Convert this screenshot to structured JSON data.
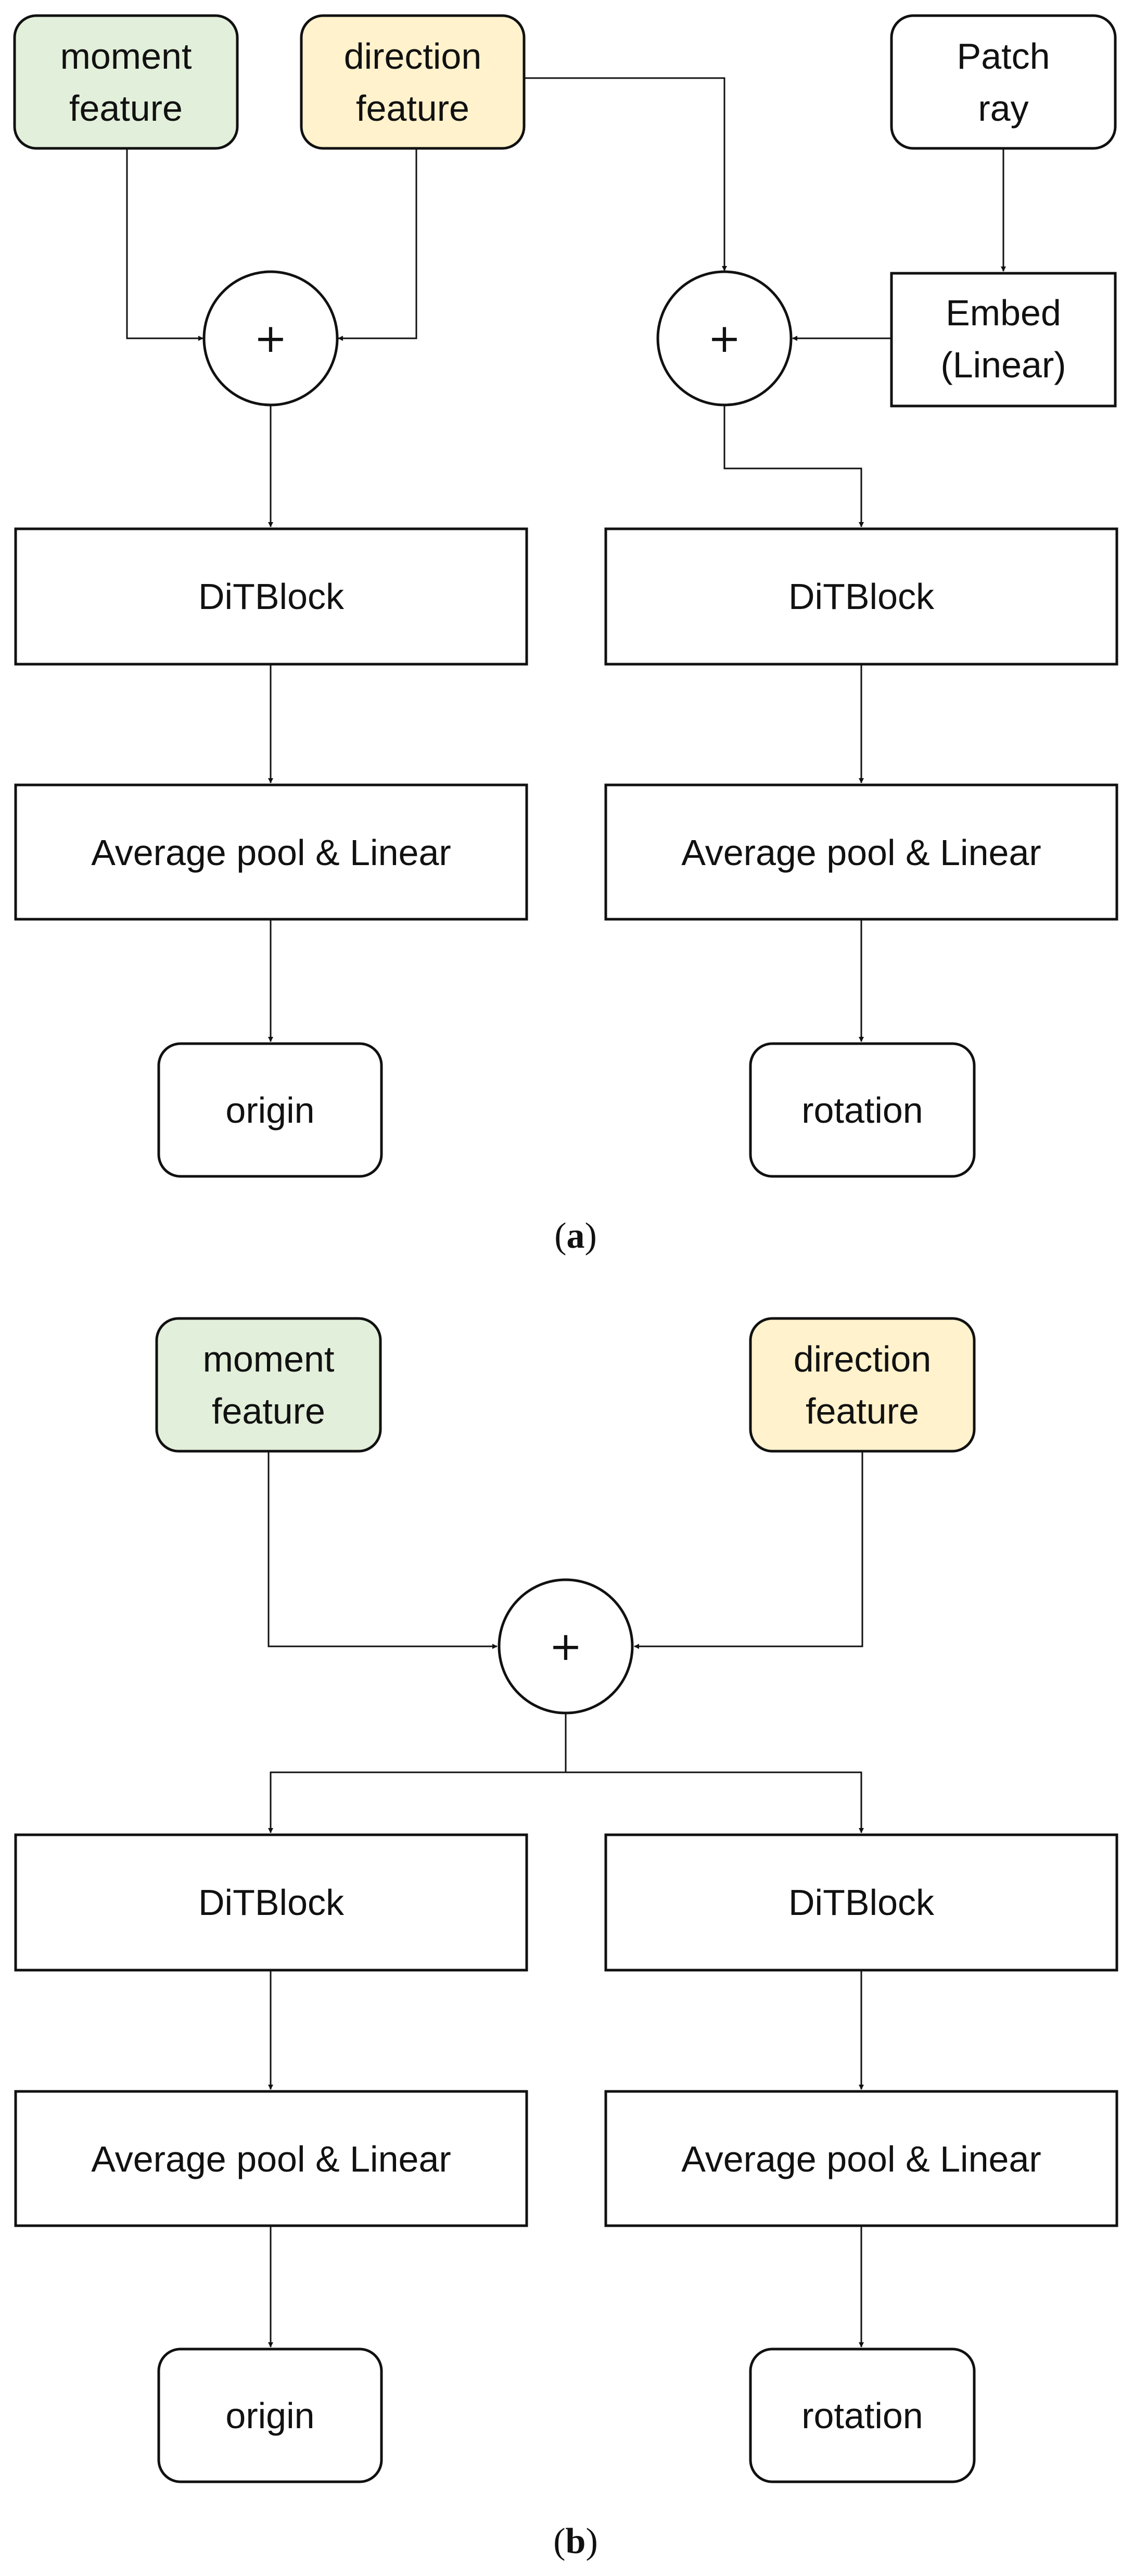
{
  "colors": {
    "moment_fill": "#e2efda",
    "direction_fill": "#fff2cc",
    "box_fill": "#ffffff",
    "stroke": "#111111"
  },
  "panel_a": {
    "moment_feature": [
      "moment",
      "feature"
    ],
    "direction_feature": [
      "direction",
      "feature"
    ],
    "patch_ray": [
      "Patch",
      "ray"
    ],
    "embed": [
      "Embed",
      "(Linear)"
    ],
    "plus_left": "+",
    "plus_right": "+",
    "ditblock_left": "DiTBlock",
    "ditblock_right": "DiTBlock",
    "pool_left": "Average pool & Linear",
    "pool_right": "Average pool & Linear",
    "output_left": "origin",
    "output_right": "rotation",
    "caption": "a"
  },
  "panel_b": {
    "moment_feature": [
      "moment",
      "feature"
    ],
    "direction_feature": [
      "direction",
      "feature"
    ],
    "plus": "+",
    "ditblock_left": "DiTBlock",
    "ditblock_right": "DiTBlock",
    "pool_left": "Average pool & Linear",
    "pool_right": "Average pool & Linear",
    "output_left": "origin",
    "output_right": "rotation",
    "caption": "b"
  }
}
